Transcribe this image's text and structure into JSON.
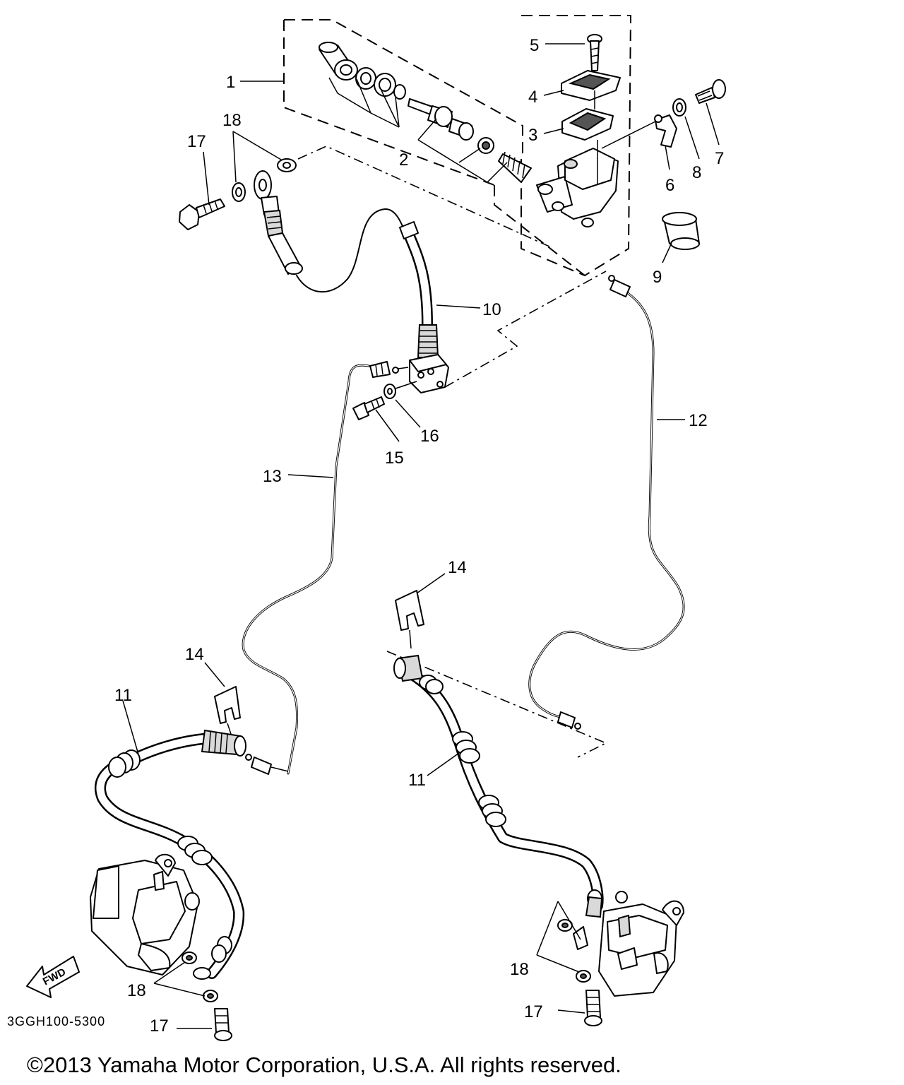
{
  "diagram": {
    "code": "3GGH100-5300",
    "fwd_label": "FWD",
    "callouts": {
      "c1": "1",
      "c2": "2",
      "c3": "3",
      "c4": "4",
      "c5": "5",
      "c6": "6",
      "c7": "7",
      "c8": "8",
      "c9": "9",
      "c10": "10",
      "c11a": "11",
      "c11b": "11",
      "c12": "12",
      "c13": "13",
      "c14a": "14",
      "c14b": "14",
      "c15": "15",
      "c16": "16",
      "c17a": "17",
      "c17b": "17",
      "c17c": "17",
      "c18a": "18",
      "c18b": "18",
      "c18c": "18"
    }
  },
  "footer": {
    "copyright": "©2013 Yamaha Motor Corporation, U.S.A. All rights reserved."
  }
}
